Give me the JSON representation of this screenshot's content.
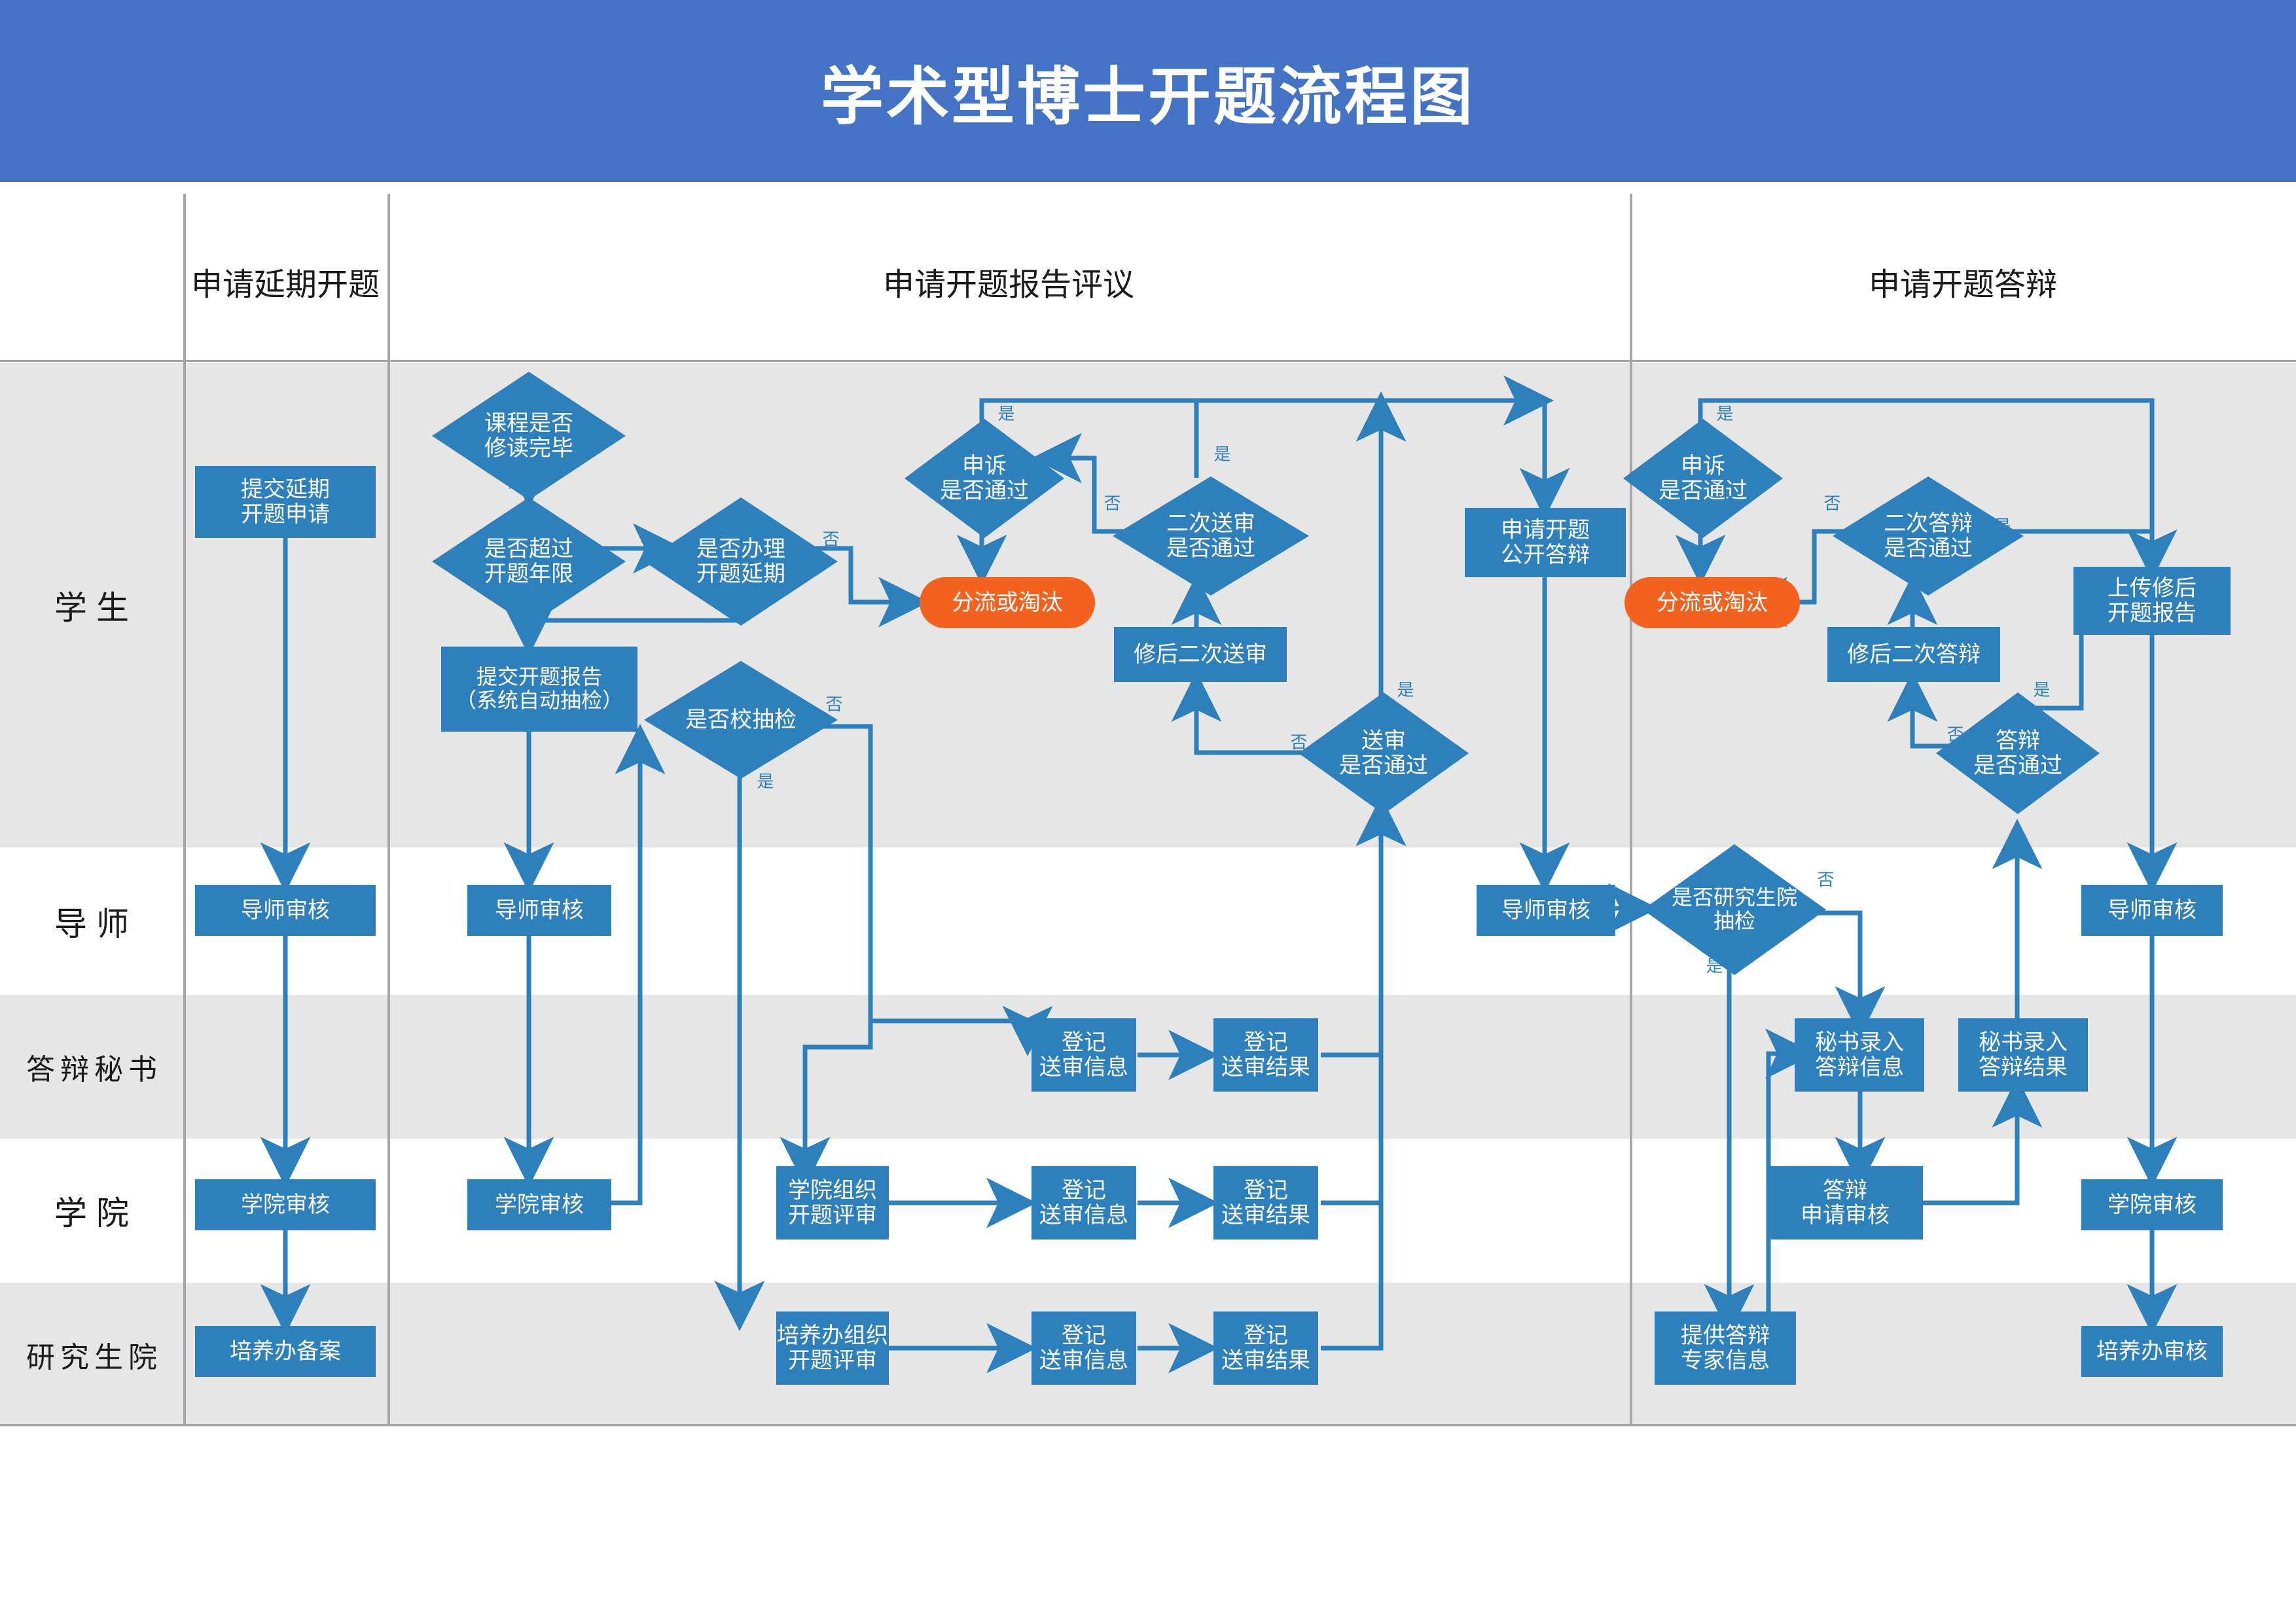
{
  "title": "学术型博士开题流程图",
  "colors": {
    "header_bg": "#4472C4",
    "node_fill": "#2E80BC",
    "terminal_fill": "#F4621F",
    "band_fill": "#E6E6E6",
    "edge_stroke": "#2E80BC",
    "separator": "#A6A6A6",
    "text_on_node": "#FFFFFF"
  },
  "columns": [
    {
      "id": "col-apply-delay",
      "label": "申请延期开题"
    },
    {
      "id": "col-apply-review",
      "label": "申请开题报告评议"
    },
    {
      "id": "col-apply-defense",
      "label": "申请开题答辩"
    }
  ],
  "swimlanes": [
    {
      "id": "lane-student",
      "label": "学生"
    },
    {
      "id": "lane-advisor",
      "label": "导师"
    },
    {
      "id": "lane-secretary",
      "label": "答辩秘书"
    },
    {
      "id": "lane-college",
      "label": "学院"
    },
    {
      "id": "lane-gradschool",
      "label": "研究生院"
    }
  ],
  "edge_labels": {
    "yes": "是",
    "no": "否"
  },
  "nodes": [
    {
      "id": "n1",
      "text": "提交延期\n开题申请",
      "shape": "box",
      "lane": "lane-student",
      "column": "col-apply-delay"
    },
    {
      "id": "n2",
      "text": "导师审核",
      "shape": "box",
      "lane": "lane-advisor",
      "column": "col-apply-delay"
    },
    {
      "id": "n3",
      "text": "学院审核",
      "shape": "box",
      "lane": "lane-college",
      "column": "col-apply-delay"
    },
    {
      "id": "n4",
      "text": "培养办备案",
      "shape": "box",
      "lane": "lane-gradschool",
      "column": "col-apply-delay"
    },
    {
      "id": "n5",
      "text": "课程是否\n修读完毕",
      "shape": "diamond",
      "lane": "lane-student",
      "column": "col-apply-review"
    },
    {
      "id": "n6",
      "text": "是否超过\n开题年限",
      "shape": "diamond",
      "lane": "lane-student",
      "column": "col-apply-review"
    },
    {
      "id": "n7",
      "text": "是否办理\n开题延期",
      "shape": "diamond",
      "lane": "lane-student",
      "column": "col-apply-review"
    },
    {
      "id": "n8",
      "text": "提交开题报告\n（系统自动抽检）",
      "shape": "box",
      "lane": "lane-student",
      "column": "col-apply-review"
    },
    {
      "id": "n9",
      "text": "是否校抽检",
      "shape": "diamond",
      "lane": "lane-student",
      "column": "col-apply-review"
    },
    {
      "id": "n10",
      "text": "申诉\n是否通过",
      "shape": "diamond",
      "lane": "lane-student",
      "column": "col-apply-review"
    },
    {
      "id": "n11",
      "text": "分流或淘汰",
      "shape": "pill",
      "lane": "lane-student",
      "column": "col-apply-review"
    },
    {
      "id": "n12",
      "text": "二次送审\n是否通过",
      "shape": "diamond",
      "lane": "lane-student",
      "column": "col-apply-review"
    },
    {
      "id": "n13",
      "text": "修后二次送审",
      "shape": "box",
      "lane": "lane-student",
      "column": "col-apply-review"
    },
    {
      "id": "n14",
      "text": "送审\n是否通过",
      "shape": "diamond",
      "lane": "lane-student",
      "column": "col-apply-review"
    },
    {
      "id": "n15",
      "text": "导师审核",
      "shape": "box",
      "lane": "lane-advisor",
      "column": "col-apply-review"
    },
    {
      "id": "n16",
      "text": "学院审核",
      "shape": "box",
      "lane": "lane-college",
      "column": "col-apply-review"
    },
    {
      "id": "n17",
      "text": "登记\n送审信息",
      "shape": "box",
      "lane": "lane-secretary",
      "column": "col-apply-review"
    },
    {
      "id": "n18",
      "text": "登记\n送审结果",
      "shape": "box",
      "lane": "lane-secretary",
      "column": "col-apply-review"
    },
    {
      "id": "n19",
      "text": "学院组织\n开题评审",
      "shape": "box",
      "lane": "lane-college",
      "column": "col-apply-review"
    },
    {
      "id": "n20",
      "text": "登记\n送审信息",
      "shape": "box",
      "lane": "lane-college",
      "column": "col-apply-review"
    },
    {
      "id": "n21",
      "text": "登记\n送审结果",
      "shape": "box",
      "lane": "lane-college",
      "column": "col-apply-review"
    },
    {
      "id": "n22",
      "text": "培养办组织\n开题评审",
      "shape": "box",
      "lane": "lane-gradschool",
      "column": "col-apply-review"
    },
    {
      "id": "n23",
      "text": "登记\n送审信息",
      "shape": "box",
      "lane": "lane-gradschool",
      "column": "col-apply-review"
    },
    {
      "id": "n24",
      "text": "登记\n送审结果",
      "shape": "box",
      "lane": "lane-gradschool",
      "column": "col-apply-review"
    },
    {
      "id": "n25",
      "text": "申请开题\n公开答辩",
      "shape": "box",
      "lane": "lane-student",
      "column": "col-apply-review"
    },
    {
      "id": "n26",
      "text": "导师审核",
      "shape": "box",
      "lane": "lane-advisor",
      "column": "col-apply-review"
    },
    {
      "id": "n27",
      "text": "申诉\n是否通过",
      "shape": "diamond",
      "lane": "lane-student",
      "column": "col-apply-defense"
    },
    {
      "id": "n28",
      "text": "分流或淘汰",
      "shape": "pill",
      "lane": "lane-student",
      "column": "col-apply-defense"
    },
    {
      "id": "n29",
      "text": "二次答辩\n是否通过",
      "shape": "diamond",
      "lane": "lane-student",
      "column": "col-apply-defense"
    },
    {
      "id": "n30",
      "text": "修后二次答辩",
      "shape": "box",
      "lane": "lane-student",
      "column": "col-apply-defense"
    },
    {
      "id": "n31",
      "text": "答辩\n是否通过",
      "shape": "diamond",
      "lane": "lane-student",
      "column": "col-apply-defense"
    },
    {
      "id": "n32",
      "text": "上传修后\n开题报告",
      "shape": "box",
      "lane": "lane-student",
      "column": "col-apply-defense"
    },
    {
      "id": "n33",
      "text": "是否研究生院\n抽检",
      "shape": "diamond",
      "lane": "lane-advisor",
      "column": "col-apply-defense"
    },
    {
      "id": "n34",
      "text": "导师审核",
      "shape": "box",
      "lane": "lane-advisor",
      "column": "col-apply-defense"
    },
    {
      "id": "n35",
      "text": "秘书录入\n答辩信息",
      "shape": "box",
      "lane": "lane-secretary",
      "column": "col-apply-defense"
    },
    {
      "id": "n36",
      "text": "秘书录入\n答辩结果",
      "shape": "box",
      "lane": "lane-secretary",
      "column": "col-apply-defense"
    },
    {
      "id": "n37",
      "text": "答辩\n申请审核",
      "shape": "box",
      "lane": "lane-college",
      "column": "col-apply-defense"
    },
    {
      "id": "n38",
      "text": "学院审核",
      "shape": "box",
      "lane": "lane-college",
      "column": "col-apply-defense"
    },
    {
      "id": "n39",
      "text": "提供答辩\n专家信息",
      "shape": "box",
      "lane": "lane-gradschool",
      "column": "col-apply-defense"
    },
    {
      "id": "n40",
      "text": "培养办审核",
      "shape": "box",
      "lane": "lane-gradschool",
      "column": "col-apply-defense"
    }
  ]
}
